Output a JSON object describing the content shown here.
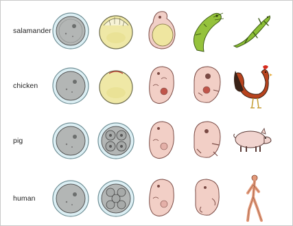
{
  "rows": [
    {
      "label": "salamander"
    },
    {
      "label": "chicken"
    },
    {
      "label": "pig"
    },
    {
      "label": "human"
    }
  ],
  "colors": {
    "egg_rim": "#d6ecf2",
    "egg_outline": "#6f8f96",
    "cell_gray": "#aeb2b1",
    "yolk": "#efe8a6",
    "embryo_pink": "#f2cfc6",
    "embryo_line": "#7a4a44",
    "salamander_green": "#95c23c",
    "rooster_red": "#b8431e",
    "rooster_dark": "#3a2318",
    "pig_pink": "#f1d4cf",
    "human_skin": "#e39a7a"
  }
}
